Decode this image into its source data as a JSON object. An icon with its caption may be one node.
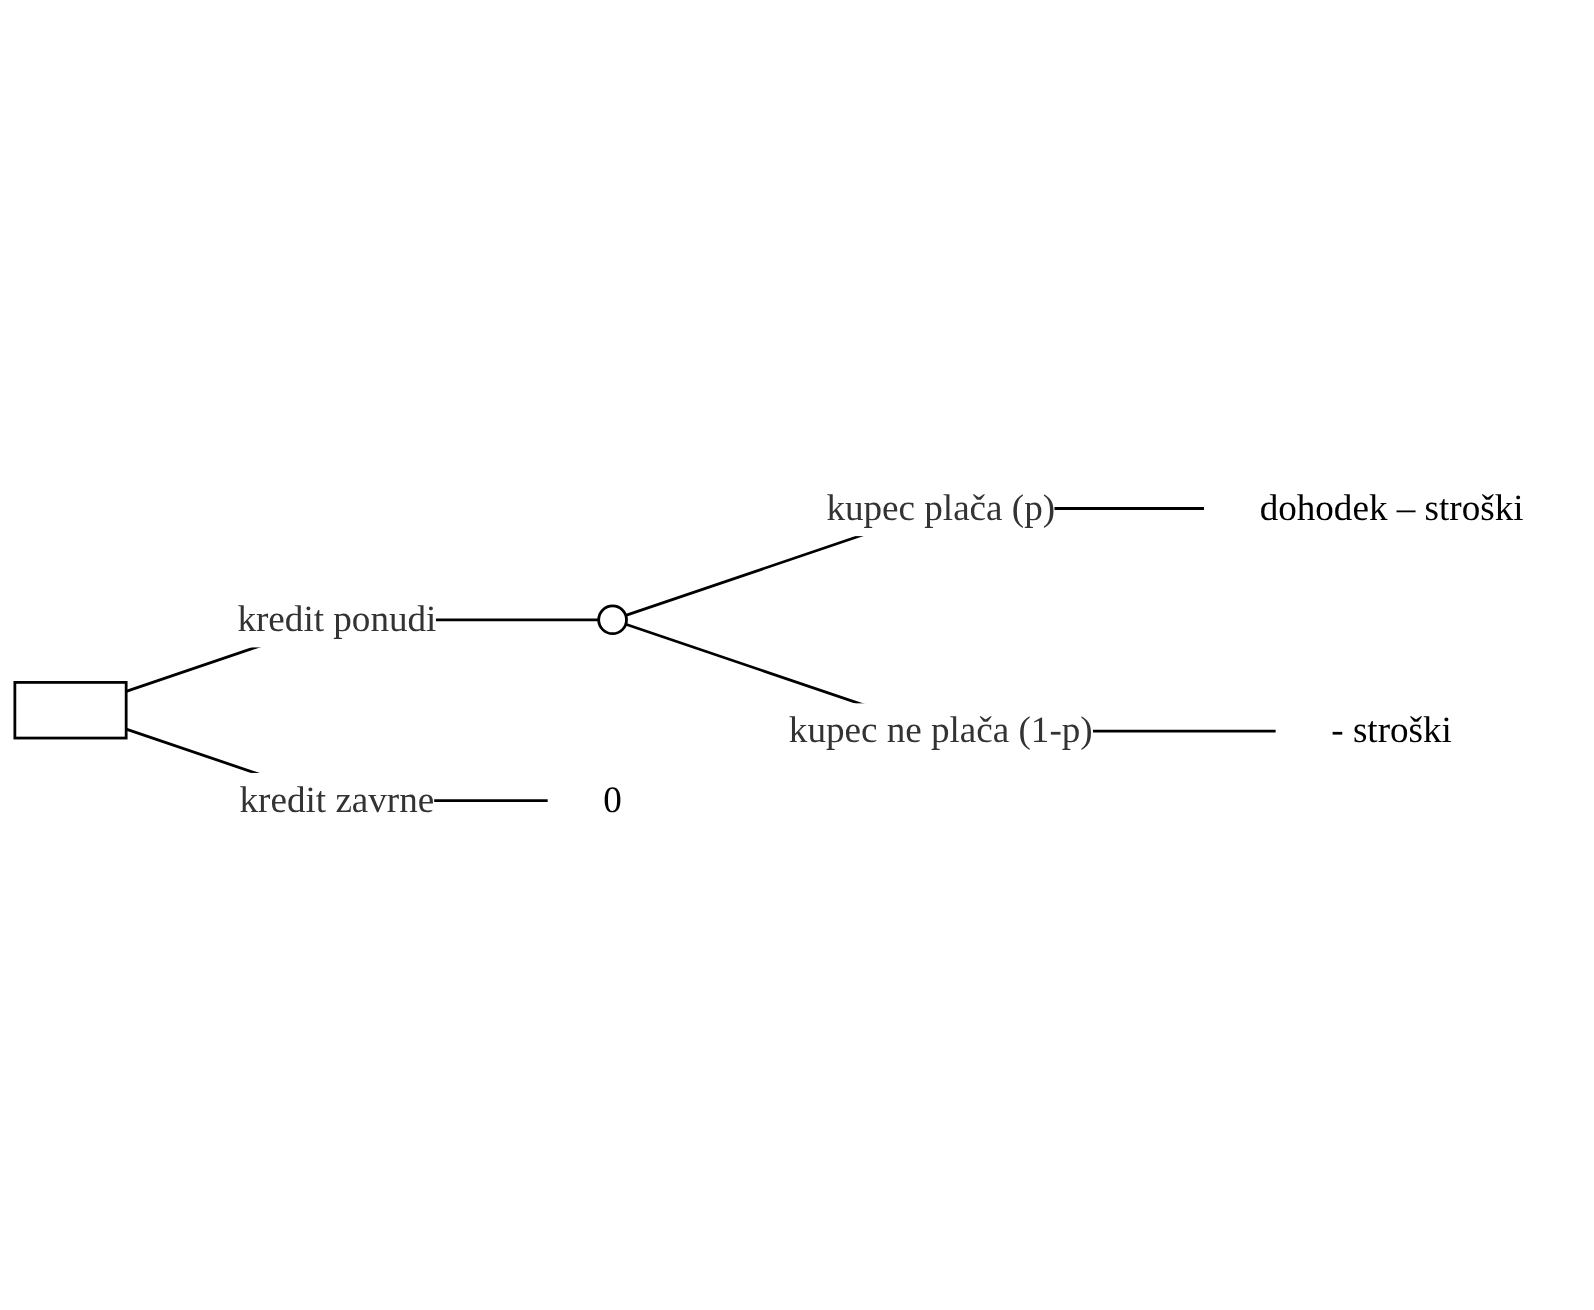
{
  "diagram": {
    "nodes": [
      {
        "text": [],
        "shape": "box"
      },
      {
        "text": [],
        "shape": "circle"
      },
      {
        "text": [
          "dohodek – stroški"
        ]
      },
      {
        "text": [
          "- stroški"
        ]
      },
      {
        "text": [
          "0"
        ]
      }
    ],
    "edges": [
      {
        "from": 0,
        "to": 1,
        "arrow": "none",
        "label": "kredit ponudi"
      },
      {
        "from": 1,
        "to": 2,
        "arrow": "none",
        "label": "kupec plača (p)"
      },
      {
        "from": 1,
        "to": 3,
        "arrow": "none",
        "label": "kupec ne plača (1-p)"
      },
      {
        "from": 0,
        "to": 4,
        "arrow": "none",
        "label": "kredit zavrne"
      }
    ]
  }
}
